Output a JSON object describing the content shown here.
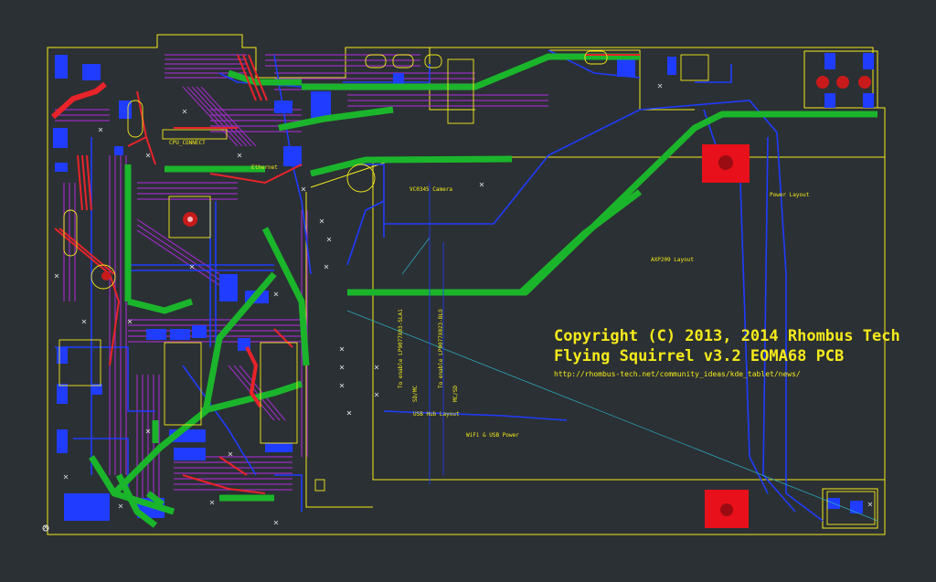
{
  "board": {
    "copyright": "Copyright (C) 2013, 2014 Rhombus Tech",
    "product": "Flying Squirrel v3.2 EOMA68 PCB",
    "url": "http://rhombus-tech.net/community_ideas/kde_tablet/news/"
  },
  "labels": {
    "camera": "VC0345 Camera",
    "power": "Power Layout",
    "axp": "AXP209 Layout",
    "usb_hub": "USB Hub Layout",
    "wifi_usb_power": "WiFi & USB Power",
    "enable_a": "To enable LP9077X03-SLA1",
    "enable_b": "To enable LP9077X023-BLO",
    "sd_mc": "SD/MC",
    "mc_sd": "MC/SD",
    "ethernet": "Ethernet",
    "board_text": "CPU_CONNECT"
  },
  "colors": {
    "background": "#2b3034",
    "silkscreen": "#f5ea1a",
    "top_copper": "#e8232a",
    "bottom_copper": "#1f3cff",
    "power_plane": "#1bb52b",
    "inner_trace": "#a02cc8",
    "hole": "#c81a1a"
  }
}
